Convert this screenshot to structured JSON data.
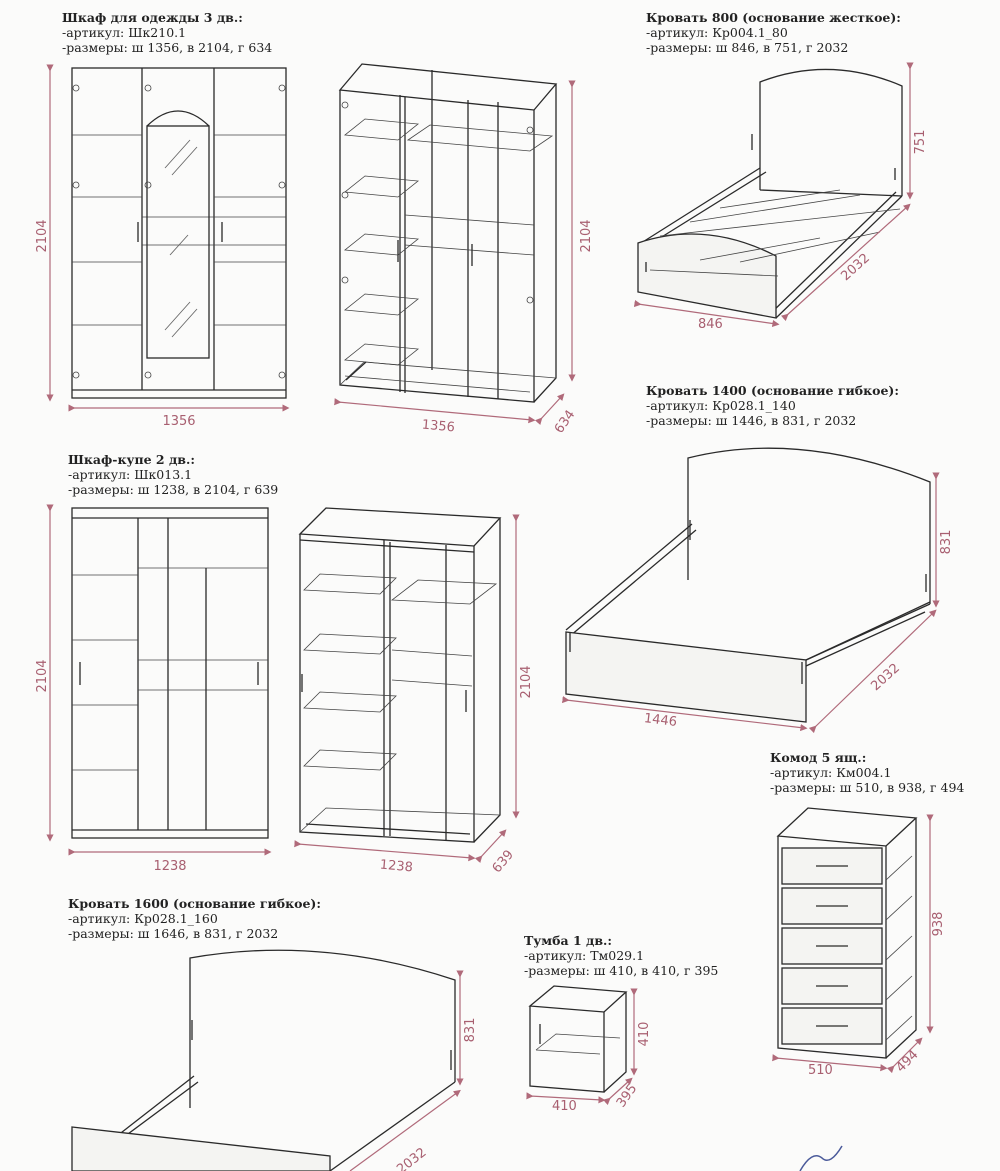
{
  "products": [
    {
      "title": "Шкаф для одежды 3 дв.:",
      "article": "-артикул: Шк210.1",
      "sizes": "-размеры: ш 1356, в 2104, г 634",
      "dims": {
        "w": "1356",
        "h": "2104",
        "d": "634"
      }
    },
    {
      "title": "Кровать 800 (основание жесткое):",
      "article": "-артикул: Кр004.1_80",
      "sizes": "-размеры: ш 846, в 751, г 2032",
      "dims": {
        "w": "846",
        "h": "751",
        "d": "2032"
      }
    },
    {
      "title": "Кровать 1400 (основание гибкое):",
      "article": "-артикул: Кр028.1_140",
      "sizes": "-размеры: ш 1446, в 831, г 2032",
      "dims": {
        "w": "1446",
        "h": "831",
        "d": "2032"
      }
    },
    {
      "title": "Шкаф-купе 2 дв.:",
      "article": "-артикул: Шк013.1",
      "sizes": "-размеры: ш 1238, в 2104, г 639",
      "dims": {
        "w": "1238",
        "h": "2104",
        "d": "639"
      }
    },
    {
      "title": "Комод 5 ящ.:",
      "article": "-артикул: Км004.1",
      "sizes": "-размеры: ш 510, в 938, г 494",
      "dims": {
        "w": "510",
        "h": "938",
        "d": "494"
      }
    },
    {
      "title": "Кровать 1600 (основание гибкое):",
      "article": "-артикул: Кр028.1_160",
      "sizes": "-размеры: ш 1646, в 831, г 2032",
      "dims": {
        "w": "1646",
        "h": "831",
        "d": "2032"
      }
    },
    {
      "title": "Тумба 1 дв.:",
      "article": "-артикул: Тм029.1",
      "sizes": "-размеры: ш 410, в 410, г 395",
      "dims": {
        "w": "410",
        "h": "410",
        "d": "395"
      }
    }
  ],
  "colors": {
    "dimension": "#a85f70",
    "line": "#2a2a2a"
  }
}
